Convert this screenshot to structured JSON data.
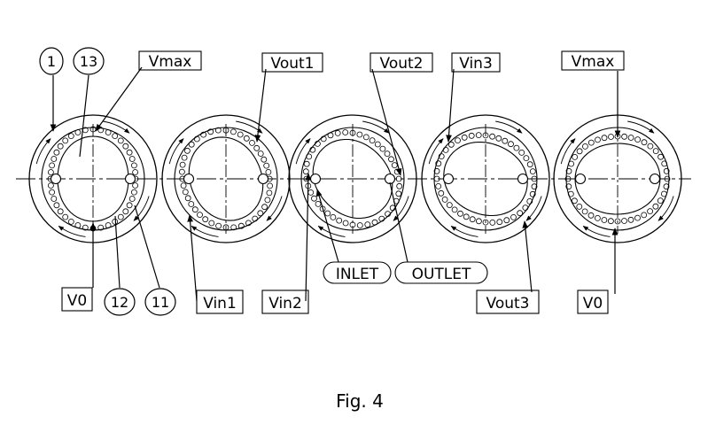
{
  "figure": {
    "caption": "Fig. 4",
    "reference_numerals": [
      "1",
      "13",
      "12",
      "11"
    ],
    "top_labels": [
      "Vmax",
      "Vout1",
      "Vout2",
      "Vin3",
      "Vmax"
    ],
    "bottom_labels": [
      "V0",
      "Vin1",
      "Vin2",
      "Vout3",
      "V0"
    ],
    "port_labels": [
      "INLET",
      "OUTLET"
    ],
    "stage_count": 5
  }
}
